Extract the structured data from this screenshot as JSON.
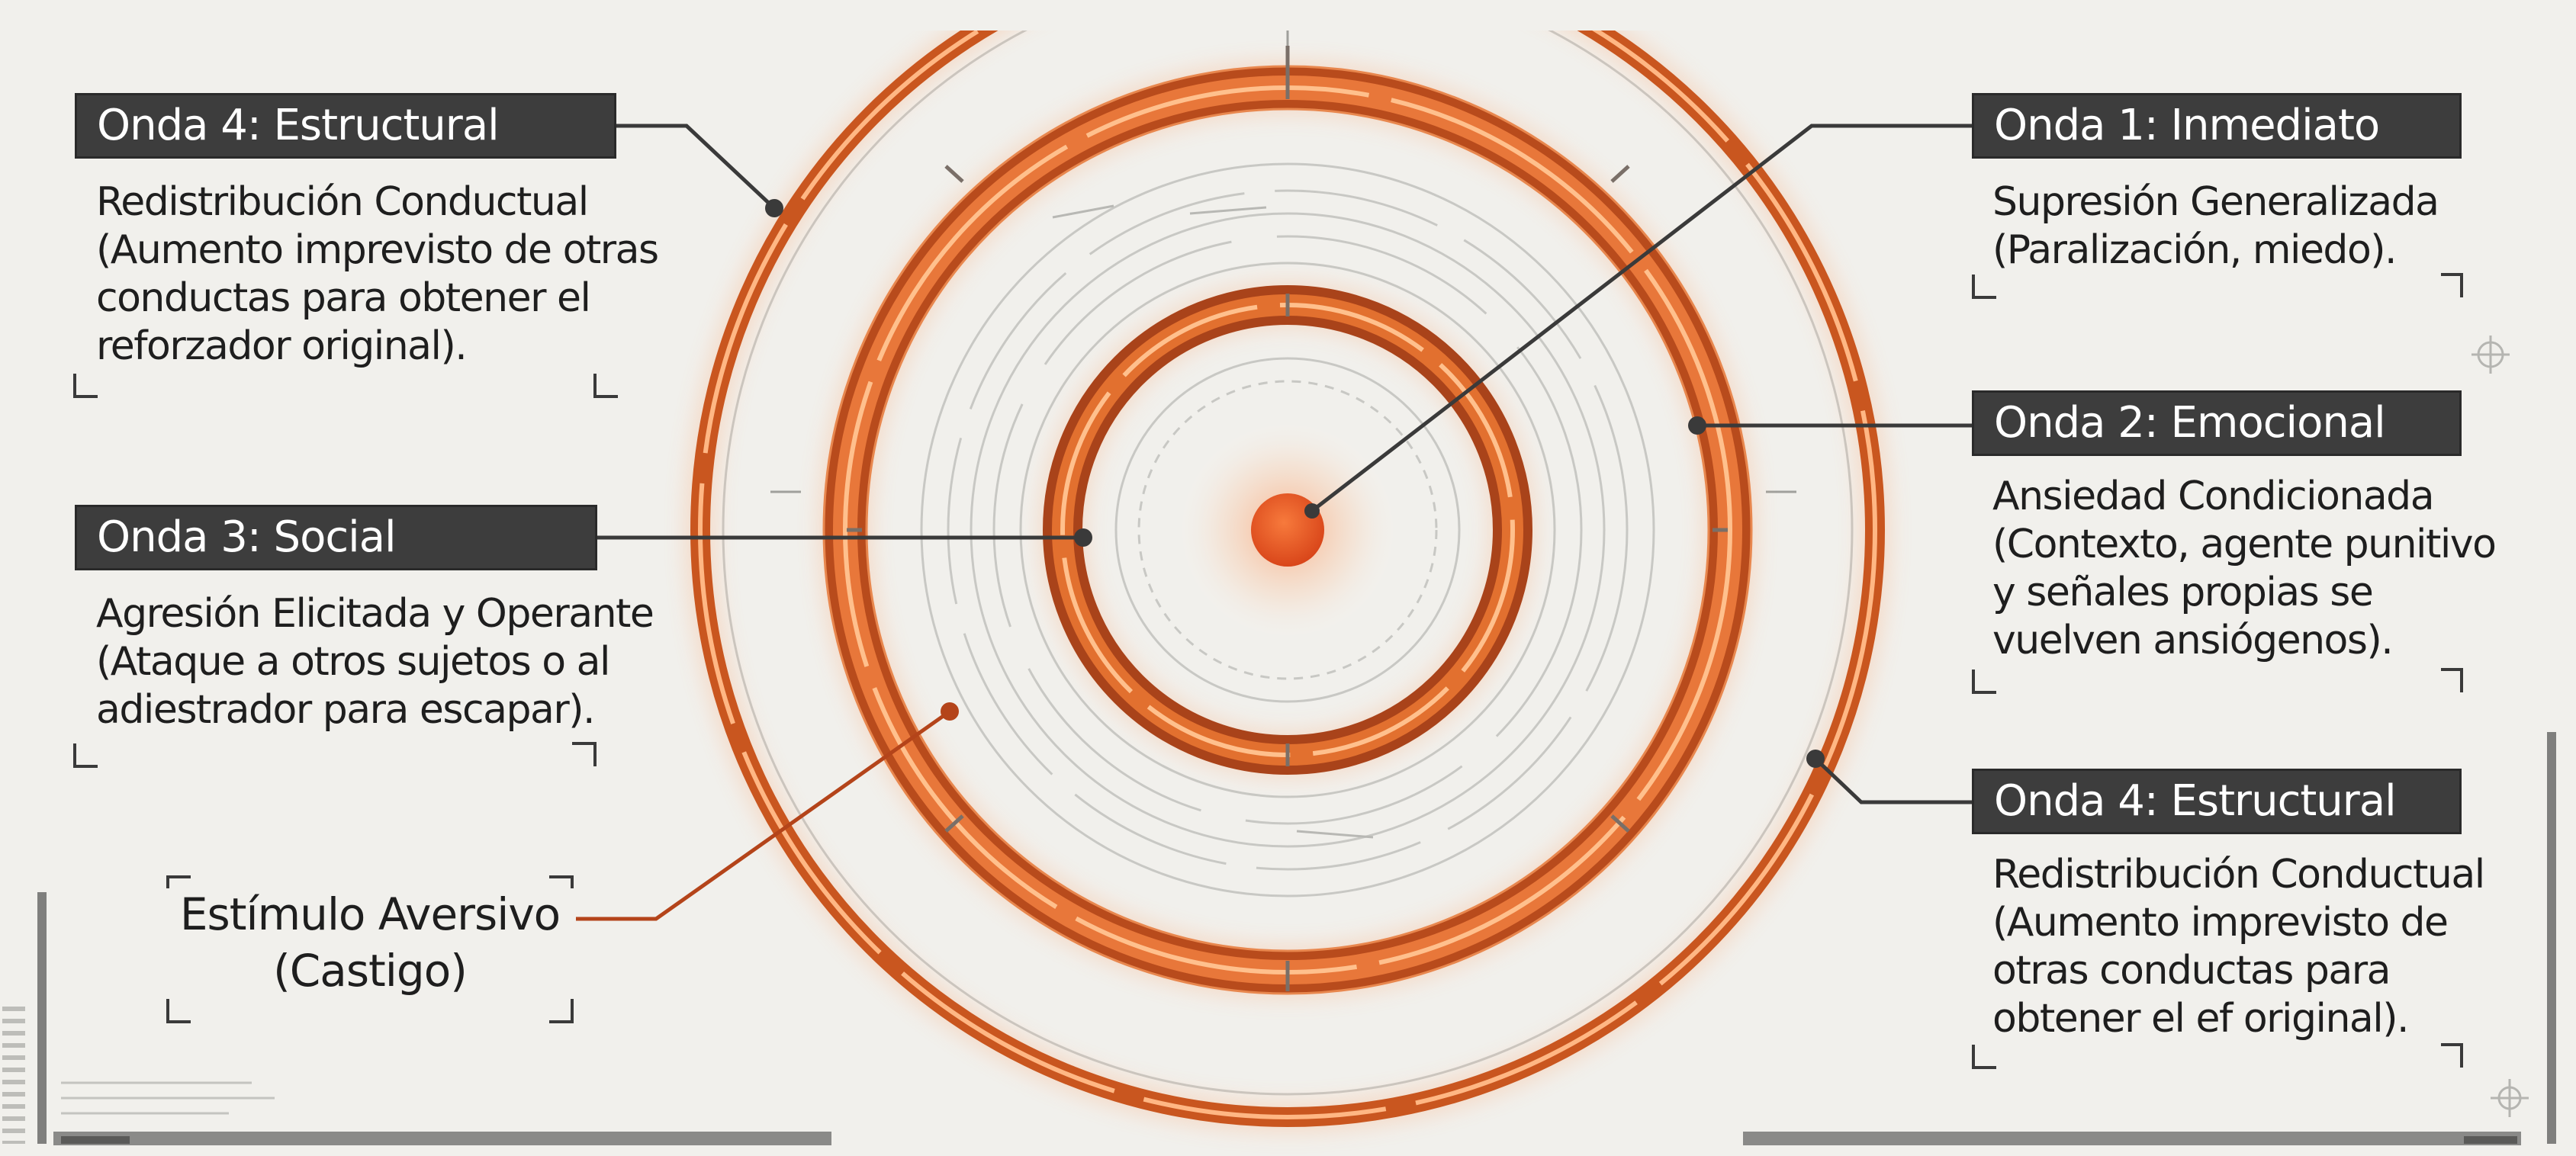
{
  "colors": {
    "background": "#f1f0ec",
    "ring_dark": "#b24a1c",
    "ring_mid": "#e0702f",
    "ring_glow": "#ffb37a",
    "core": "#e8541a",
    "label_bg": "#3d3d3d",
    "leader_line": "#3a3a3a",
    "stimulus_line": "#b4441a"
  },
  "callouts": {
    "top_left": {
      "title": "Onda 4: Estructural",
      "lines": [
        "Redistribución Conductual",
        "(Aumento imprevisto de otras",
        "conductas para obtener el",
        "reforzador original)."
      ]
    },
    "mid_left": {
      "title": "Onda 3: Social",
      "lines": [
        "Agresión Elicitada y Operante",
        "(Ataque a otros sujetos o al",
        "adiestrador para escapar)."
      ]
    },
    "top_right": {
      "title": "Onda 1: Inmediato",
      "lines": [
        "Supresión Generalizada",
        "(Paralización, miedo)."
      ]
    },
    "mid_right": {
      "title": "Onda 2: Emocional",
      "lines": [
        "Ansiedad Condicionada",
        "(Contexto, agente punitivo",
        "y señales propias se",
        "vuelven ansiógenos)."
      ]
    },
    "bottom_right": {
      "title": "Onda 4: Estructural",
      "lines": [
        "Redistribución Conductual",
        "(Aumento imprevisto de",
        "otras conductas para",
        "obtener el ef original)."
      ]
    }
  },
  "stimulus": {
    "lines": [
      "Estímulo Aversivo",
      "(Castigo)"
    ]
  }
}
